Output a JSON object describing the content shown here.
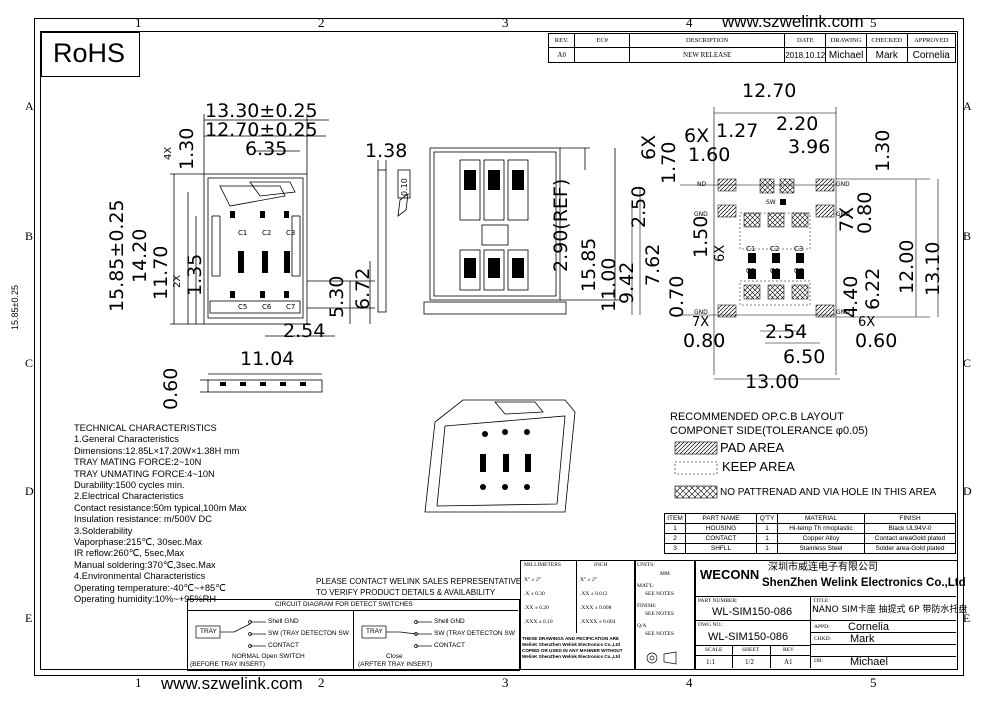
{
  "website_top": "www.szwelink.com",
  "website_bottom": "www.szwelink.com",
  "rohs": "RoHS",
  "grid_cols": [
    "1",
    "2",
    "3",
    "4",
    "5",
    "1",
    "2",
    "3",
    "4",
    "5"
  ],
  "grid_rows": [
    "A",
    "B",
    "C",
    "D",
    "E"
  ],
  "revision": {
    "headers": [
      "REV.",
      "EC#",
      "DESCRIPTION",
      "DATE",
      "DRAWING",
      "CHECKED",
      "APPROVED"
    ],
    "row": [
      "A0",
      "",
      "NEW RELEASE",
      "2018.10.12",
      "Michael",
      "Mark",
      "Cornelia"
    ]
  },
  "side_label": "15.85±0.25",
  "dims_front": {
    "w1": "13.30±0.25",
    "w2": "12.70±0.25",
    "w3": "6.35",
    "v1": "15.85±0.25",
    "v2": "14.20",
    "v3": "11.70",
    "v4": "1.35",
    "v5": "5.30",
    "v6": "6.72",
    "h1": "2.54",
    "top1": "1.30",
    "top1x": "4X",
    "x2": "2X",
    "c1": "C1",
    "c2": "C2",
    "c3": "C3",
    "c5": "C5",
    "c6": "C6",
    "c7": "C7"
  },
  "dims_side": {
    "t1": "1.38",
    "t2": "0.10"
  },
  "dims_back": {
    "v1": "2.90(REF)",
    "v2": "15.85"
  },
  "dims_bottom": {
    "w": "11.04",
    "h": "0.60"
  },
  "dims_pcb": {
    "w1": "12.70",
    "w2": "1.27",
    "w3": "2.20",
    "w4": "1.60",
    "w5": "3.96",
    "x6a": "6X",
    "x6b": "6X",
    "v170": "1.70",
    "v130": "1.30",
    "v250": "2.50",
    "v1100": "11.00",
    "v942": "9.42",
    "v762": "7.62",
    "v150": "1.50",
    "x6c": "6X",
    "v070": "0.70",
    "x7a": "7X",
    "v080a": "0.80",
    "v1200": "12.00",
    "v1310": "13.10",
    "v622": "6.22",
    "v440": "4.40",
    "x7b": "7X",
    "h080": "0.80",
    "h254": "2.54",
    "x6d": "6X",
    "h060": "0.60",
    "h650": "6.50",
    "h1300": "13.00",
    "nd": "ND",
    "gnd": "GND",
    "sw": "SW",
    "c1": "C1",
    "c2": "C2",
    "c3": "C3",
    "c5": "C5",
    "c6": "C6",
    "c7": "C7"
  },
  "layout_title": "RECOMMENDED  OP.C.B  LAYOUT",
  "layout_sub": "COMPONET  SIDE(TOLERANCE  φ0.05)",
  "legend": {
    "pad": "PAD AREA",
    "keep": "KEEP AREA",
    "nopattern": "NO PATTRENAD AND VIA HOLE IN THIS AREA"
  },
  "tech": [
    "TECHNICAL CHARACTERISTICS",
    "1.General Characteristics",
    "Dimensions:12.85L×17.20W×1.38H mm",
    "TRAY MATING FORCE:2~10N",
    "TRAY UNMATING FORCE:4~10N",
    "Durability:1500 cycles min.",
    "2.Electrical Characteristics",
    "Contact resistance:50m typical,100m Max",
    "Insulation resistance:       m/500V DC",
    "3.Solderability",
    "Vaporphase:215℃, 30sec.Max",
    "IR reflow:260℃, 5sec,Max",
    "Manual soldering:370℃,3sec.Max",
    "4.Environmental Characteristics",
    "Operating temperature:-40℃~+85℃",
    "Operating humidity:10%~+95%RH"
  ],
  "contact_note1": "PLEASE CONTACT WELINK SALES REPRESENTATIVE",
  "contact_note2": "TO VERIFY PRODUCT DETAILS & AVAILABILITY",
  "circuit": {
    "title": "CIRCUIT DIAGRAM FOR DETECT SWITCHES",
    "tray": "TRAY",
    "shell": "Shell GND",
    "sw": "SW (TRAY DETECTON SW",
    "contact": "CONTACT",
    "normal": "NORMAL    Open SWITCH",
    "close": "Close",
    "before": "(BEFORE TRAY INSERT)",
    "after": "(ARFTER TRAY INSERT)"
  },
  "bom": {
    "headers": [
      "ITEM",
      "PART NAME",
      "Q'TY",
      "MATERIAL",
      "FINISH"
    ],
    "rows": [
      [
        "1",
        "HOUSING",
        "1",
        "Hi-temp Th rmoplastic",
        "Black UL94V-0"
      ],
      [
        "2",
        "CONTACT",
        "1",
        "Copper Alloy",
        "Contact areaGold plated"
      ],
      [
        "3",
        "SHFLL",
        "1",
        "Stainless Steel",
        "Solder area-Gold plated"
      ]
    ]
  },
  "tolerance": {
    "h_mm": "MILLIMETERS",
    "h_inch": "INCH",
    "rows": [
      [
        "X°  ± 2°",
        "X°  ± 2°"
      ],
      [
        ".X    ± 0.30",
        ".XX   ± 0.012"
      ],
      [
        ".XX   ± 0.20",
        ".XXX  ± 0.008"
      ],
      [
        ".XXX  ± 0.10",
        ".XXXX ± 0.004"
      ]
    ],
    "note": "THESE DRAWINGS AND PECIFICATION ARE WelinK ShenZhen Welink Electronics Co.,Ltd COPIED OR USED IN ANY MANNER WITHOUT WelinK ShenZhen Welink Electronics Co.,Ltd"
  },
  "units": {
    "label": "UNITS:",
    "value": "MM",
    "mat": "MAT'L:",
    "mat_v": "SEE NOTES",
    "finish": "FINISH:",
    "finish_v": "SEE NOTES",
    "qa": "Q/A",
    "qa_v": "SEE NOTES"
  },
  "company": {
    "brand": "WECONN",
    "cn": "深圳市威连电子有限公司",
    "en": "ShenZhen Welink Electronics Co.,Ltd"
  },
  "title_block": {
    "part_label": "PART NUMBER:",
    "part": "WL-SIM150-086",
    "title_label": "TITLE:",
    "title": "NANO SIM卡座 抽提式 6P 带防水托盘",
    "dwg_label": "DWG NO.:",
    "dwg": "WL-SIM150-086",
    "appd": "APPD:",
    "appd_v": "Cornelia",
    "chkd": "CHKD:",
    "chkd_v": "Mark",
    "dr": "DR:",
    "dr_v": "Michael",
    "scale": "SCALE",
    "sheet": "SHEET",
    "rev": "REV",
    "scale_v": "1:1",
    "sheet_v": "1/2",
    "rev_v": "A1"
  }
}
